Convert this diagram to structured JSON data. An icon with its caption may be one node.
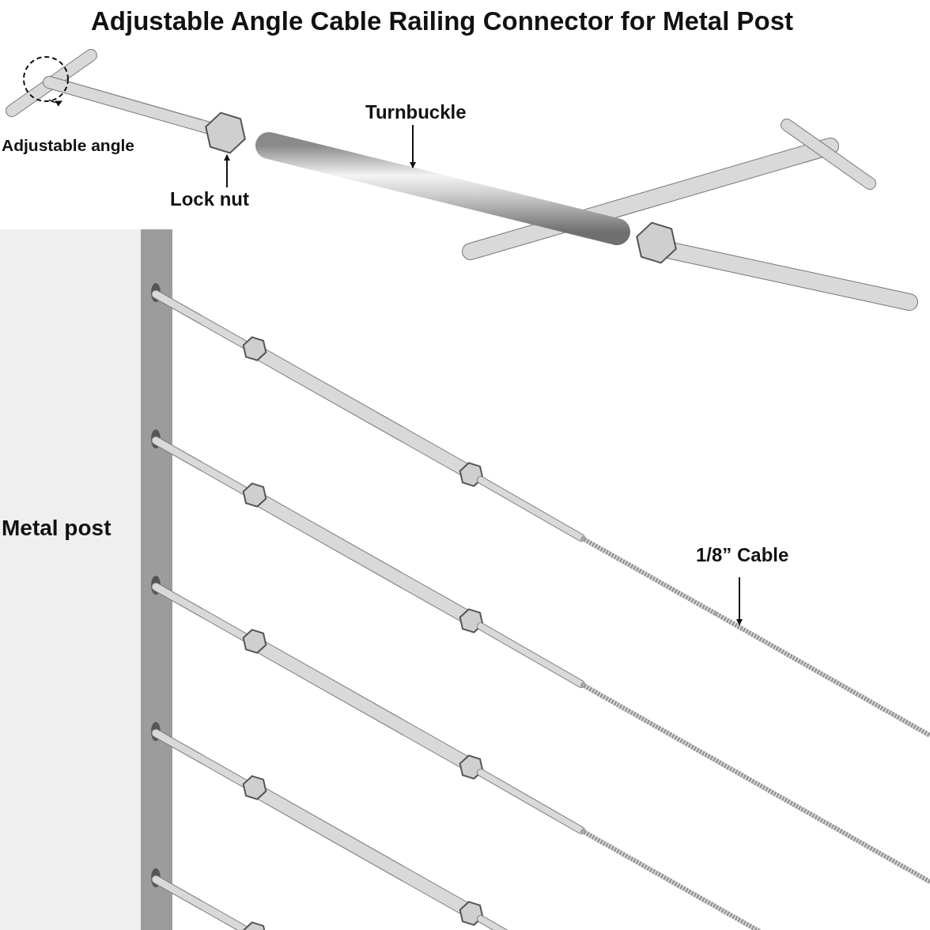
{
  "diagram": {
    "title": "Adjustable Angle Cable Railing Connector for Metal Post",
    "nodes": [
      {
        "text": [
          "Turnbuckle"
        ]
      },
      {
        "text": [],
        "shape": "picture"
      },
      {
        "text": [
          "Lock nut"
        ]
      },
      {
        "text": [],
        "shape": "picture"
      },
      {
        "text": [
          "1/8” Cable"
        ]
      },
      {
        "text": [],
        "shape": "picture"
      }
    ],
    "edges": [
      {
        "from": 0,
        "to": 1,
        "arrow": "to"
      },
      {
        "from": 2,
        "to": 3,
        "arrow": "to"
      },
      {
        "from": 4,
        "to": 5,
        "arrow": "to"
      }
    ],
    "labels": [
      "Adjustable angle",
      "Metal post"
    ]
  }
}
